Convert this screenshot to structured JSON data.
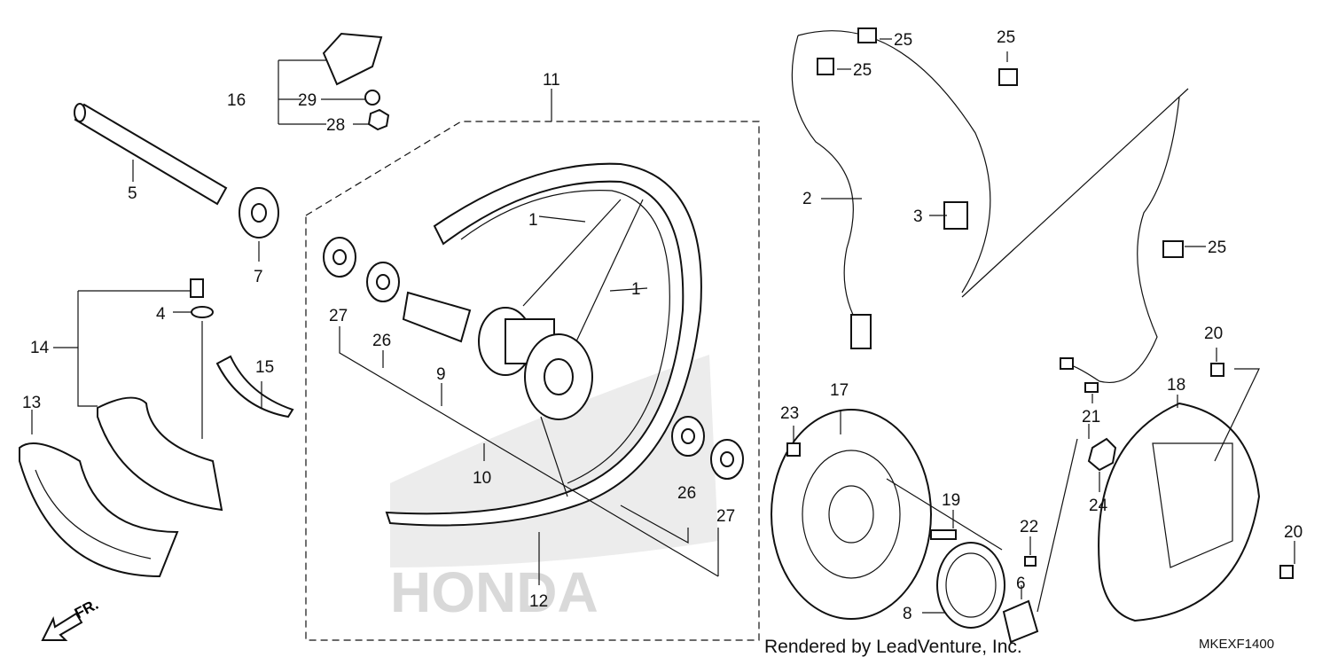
{
  "callouts": [
    {
      "id": "c1a",
      "text": "1"
    },
    {
      "id": "c1b",
      "text": "1"
    },
    {
      "id": "c2",
      "text": "2"
    },
    {
      "id": "c3",
      "text": "3"
    },
    {
      "id": "c4",
      "text": "4"
    },
    {
      "id": "c5",
      "text": "5"
    },
    {
      "id": "c6",
      "text": "6"
    },
    {
      "id": "c7",
      "text": "7"
    },
    {
      "id": "c8",
      "text": "8"
    },
    {
      "id": "c9",
      "text": "9"
    },
    {
      "id": "c10",
      "text": "10"
    },
    {
      "id": "c11",
      "text": "11"
    },
    {
      "id": "c12",
      "text": "12"
    },
    {
      "id": "c13",
      "text": "13"
    },
    {
      "id": "c14",
      "text": "14"
    },
    {
      "id": "c15",
      "text": "15"
    },
    {
      "id": "c16",
      "text": "16"
    },
    {
      "id": "c17",
      "text": "17"
    },
    {
      "id": "c18",
      "text": "18"
    },
    {
      "id": "c19",
      "text": "19"
    },
    {
      "id": "c20a",
      "text": "20"
    },
    {
      "id": "c20b",
      "text": "20"
    },
    {
      "id": "c21",
      "text": "21"
    },
    {
      "id": "c22",
      "text": "22"
    },
    {
      "id": "c23",
      "text": "23"
    },
    {
      "id": "c24",
      "text": "24"
    },
    {
      "id": "c25a",
      "text": "25"
    },
    {
      "id": "c25b",
      "text": "25"
    },
    {
      "id": "c25c",
      "text": "25"
    },
    {
      "id": "c25d",
      "text": "25"
    },
    {
      "id": "c26a",
      "text": "26"
    },
    {
      "id": "c26b",
      "text": "26"
    },
    {
      "id": "c27a",
      "text": "27"
    },
    {
      "id": "c27b",
      "text": "27"
    },
    {
      "id": "c28",
      "text": "28"
    },
    {
      "id": "c29",
      "text": "29"
    }
  ],
  "direction_label": "FR.",
  "watermark": "HONDA",
  "footer": {
    "credit": "Rendered by LeadVenture, Inc.",
    "diagram_code": "MKEXF1400"
  }
}
